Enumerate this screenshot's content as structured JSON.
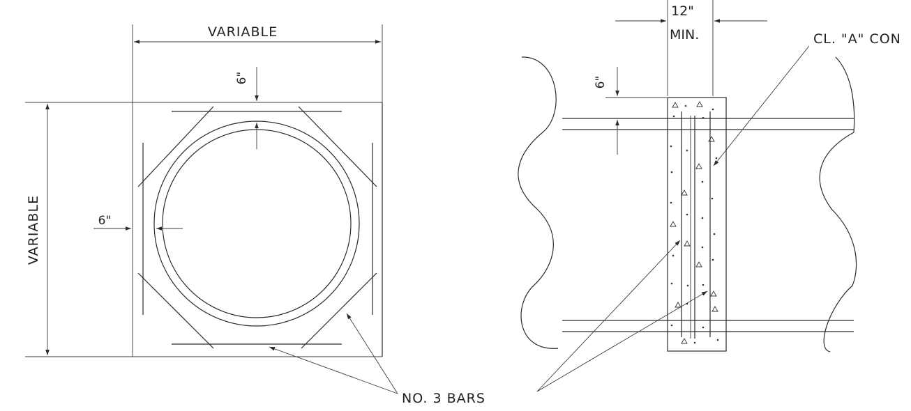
{
  "labels": {
    "variable_top": "VARIABLE",
    "variable_left": "VARIABLE",
    "six_inch_top": "6\"",
    "six_inch_left": "6\"",
    "six_inch_right": "6\"",
    "twelve_inch": "12\"",
    "min": "MIN.",
    "concrete": "CL. \"A\" CON",
    "bars": "NO. 3 BARS"
  },
  "colors": {
    "line": "#2a2a2a",
    "background": "#ffffff"
  }
}
